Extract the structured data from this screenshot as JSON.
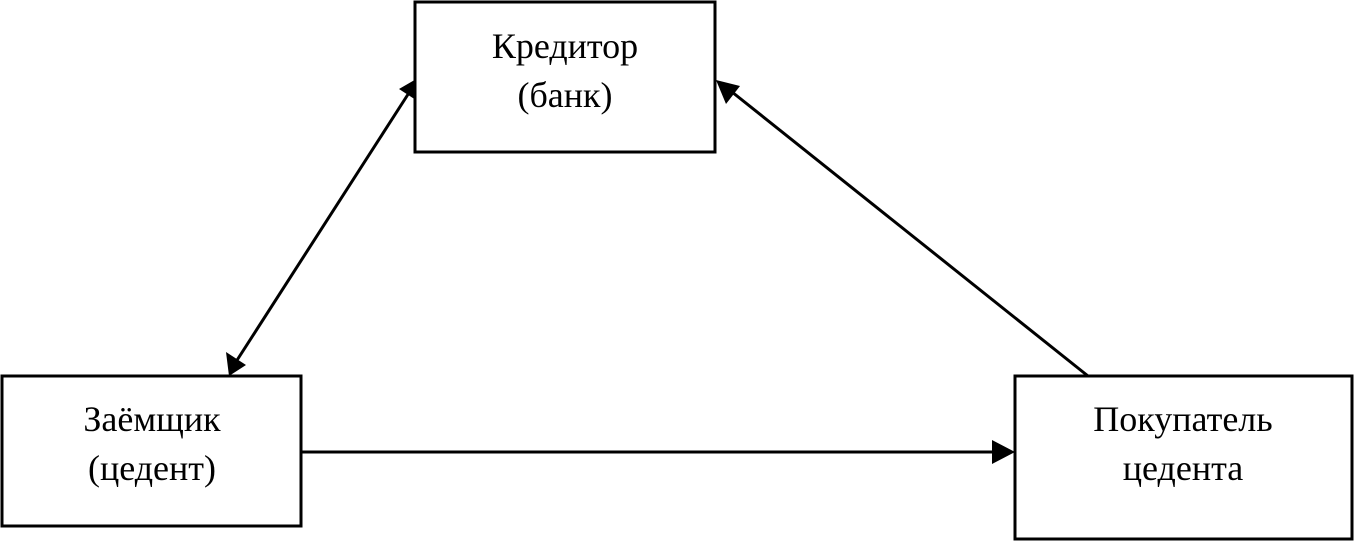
{
  "nodes": {
    "creditor": {
      "line1": "Кредитор",
      "line2": "(банк)"
    },
    "borrower": {
      "line1": "Заёмщик",
      "line2": "(цедент)"
    },
    "buyer": {
      "line1": "Покупатель",
      "line2": "цедента"
    }
  },
  "edges": [
    {
      "from": "creditor",
      "to": "borrower",
      "arrowheads": "both"
    },
    {
      "from": "buyer",
      "to": "creditor",
      "arrowheads": "end"
    },
    {
      "from": "borrower",
      "to": "buyer",
      "arrowheads": "end"
    }
  ],
  "colors": {
    "stroke": "#000000",
    "background": "#ffffff"
  }
}
